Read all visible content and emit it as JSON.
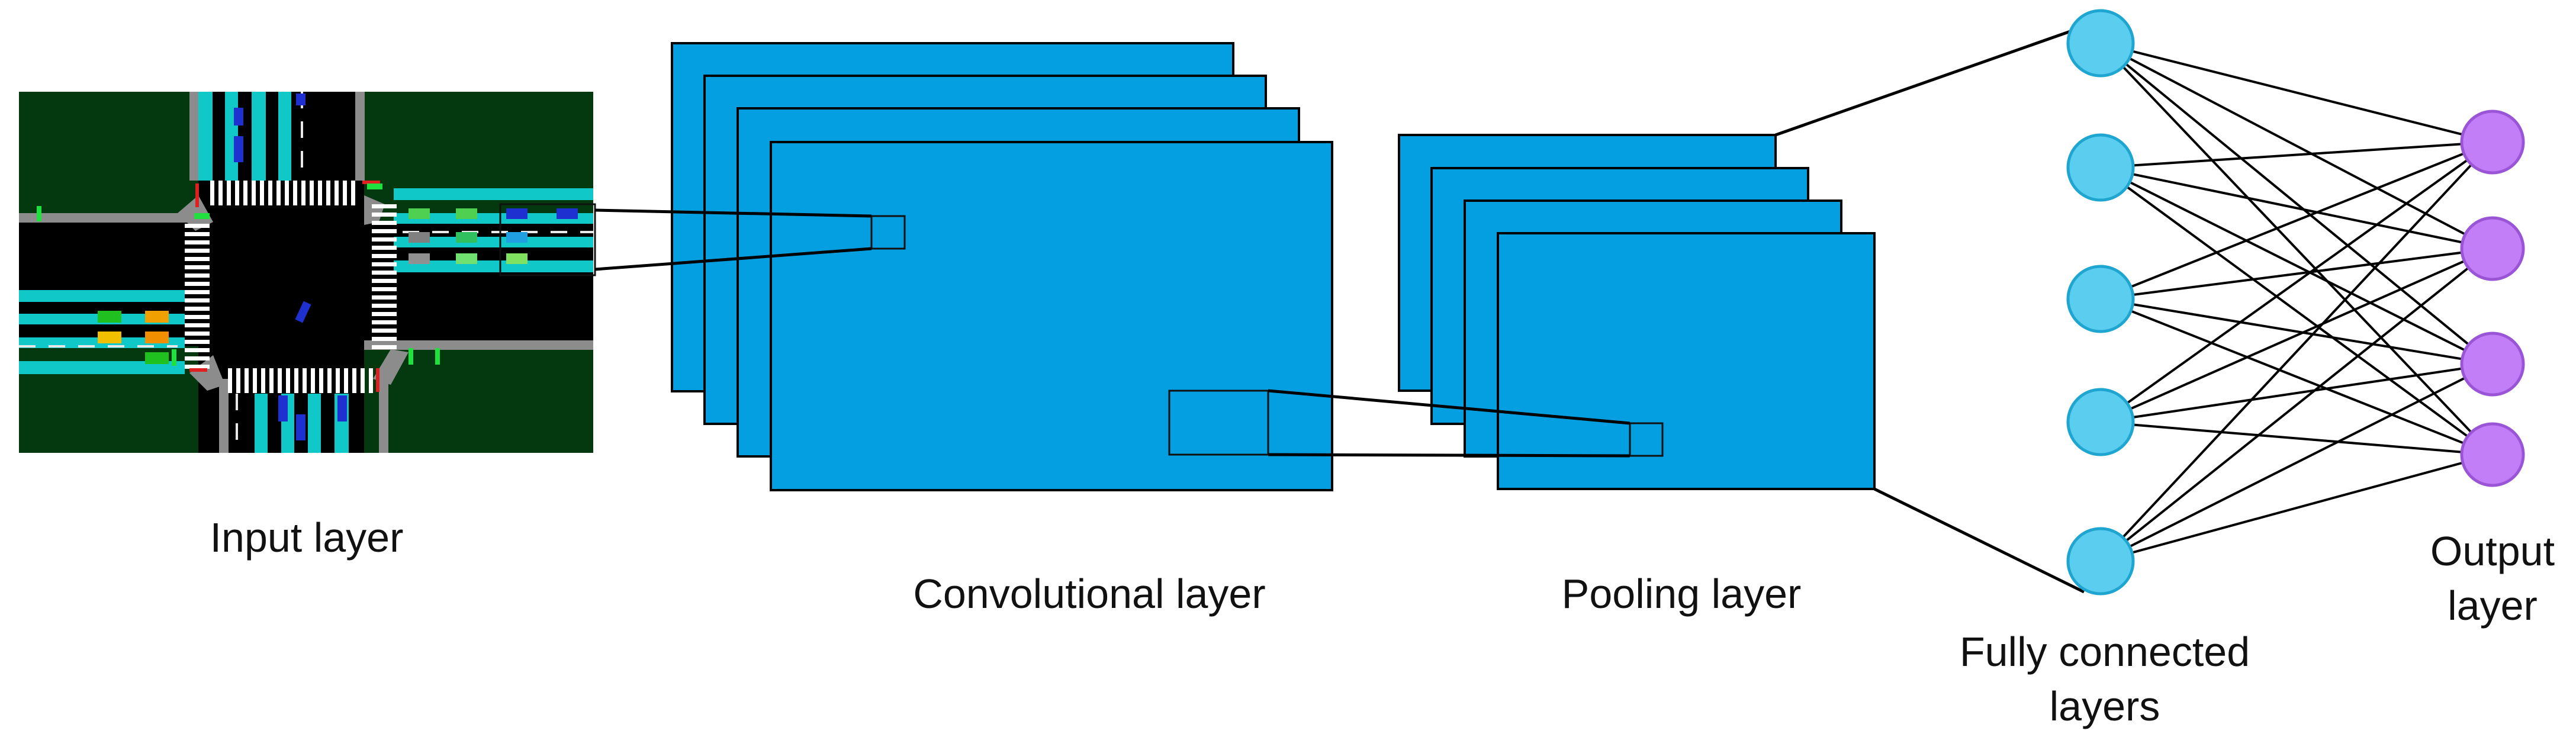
{
  "labels": {
    "input": "Input layer",
    "conv": "Convolutional layer",
    "pool": "Pooling layer",
    "fc_line1": "Fully connected",
    "fc_line2": "layers",
    "out_line1": "Output",
    "out_line2": "layer"
  },
  "layers": {
    "feature_map_fill": "#039FE0",
    "hidden_node_fill": "#5BCDEE",
    "hidden_node_stroke": "#1EA6D0",
    "output_node_fill": "#C27EF6",
    "output_node_stroke": "#9A55D6",
    "hidden_node_count": 5,
    "output_node_count": 4,
    "conv_map_count": 4,
    "pool_map_count": 4
  },
  "input_image": {
    "description_icon": "traffic-intersection-image",
    "grass": "#04380F",
    "road": "#000000",
    "lane": "#10C8C8",
    "sidewalk": "#8C8C8C",
    "crosswalk": "#FFFFFF"
  }
}
